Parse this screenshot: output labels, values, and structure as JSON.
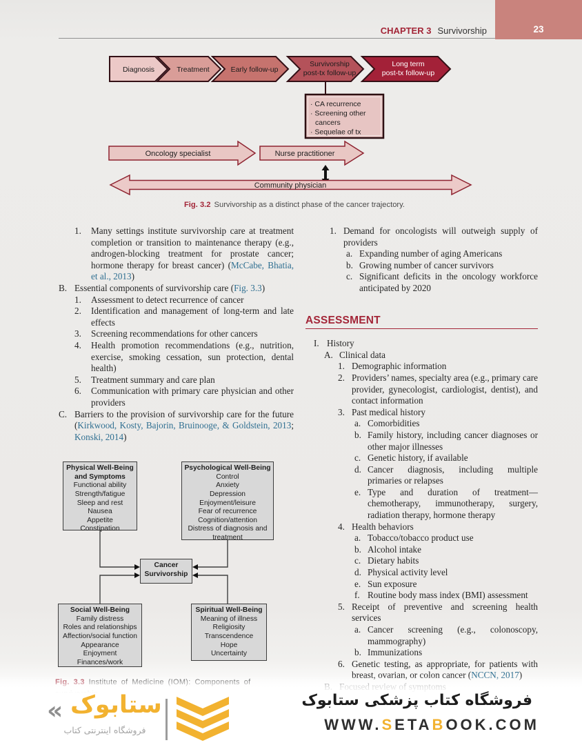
{
  "colors": {
    "accent": "#a32638",
    "link": "#2f6f91",
    "tab": "#c9837d",
    "logo_yellow": "#f2b230"
  },
  "header": {
    "chapter_label": "CHAPTER 3",
    "chapter_title": "Survivorship",
    "page_number": "23"
  },
  "fig32": {
    "chevrons": [
      {
        "l1": "Diagnosis",
        "l2": "",
        "fill": "#ecc9c7",
        "text_color": "#1c1c1c"
      },
      {
        "l1": "Treatment",
        "l2": "",
        "fill": "#d99d98",
        "text_color": "#1c1c1c"
      },
      {
        "l1": "Early follow-up",
        "l2": "",
        "fill": "#c6736e",
        "text_color": "#1c1c1c"
      },
      {
        "l1": "Survivorship",
        "l2": "post-tx follow-up",
        "fill": "#b4525a",
        "text_color": "#1c1c1c"
      },
      {
        "l1": "Long term",
        "l2": "post-tx follow-up",
        "fill": "#a32138",
        "text_color": "#ffffff"
      }
    ],
    "callout": {
      "l0": "· CA recurrence",
      "l1": "· Screening other",
      "l2": "cancers",
      "l3": "· Sequelae of tx"
    },
    "arrows": {
      "oncology": "Oncology specialist",
      "nurse": "Nurse practitioner",
      "community": "Community physician"
    },
    "caption": {
      "label": "Fig. 3.2",
      "text": "Survivorship as a distinct phase of the cancer trajectory."
    }
  },
  "left": {
    "items": [
      {
        "m": "1.",
        "s0": "Many settings institute survivorship care at treatment completion or transition to maintenance therapy (e.g., androgen-blocking treatment for prostate cancer; hormone therapy for breast cancer) (",
        "s1": "McCabe, Bhatia, et al., 2013",
        "s2": ")"
      },
      {
        "m": "B.",
        "s0": "Essential components of survivorship care (",
        "s1": "Fig. 3.3",
        "s2": ")"
      },
      {
        "m": "1.",
        "t": "Assessment to detect recurrence of cancer"
      },
      {
        "m": "2.",
        "t": "Identification and management of long-term and late effects"
      },
      {
        "m": "3.",
        "t": "Screening recommendations for other cancers"
      },
      {
        "m": "4.",
        "t": "Health promotion recommendations (e.g., nutrition, exercise, smoking cessation, sun protection, dental health)"
      },
      {
        "m": "5.",
        "t": "Treatment summary and care plan"
      },
      {
        "m": "6.",
        "t": "Communication with primary care physician and other providers"
      },
      {
        "m": "C.",
        "s0": "Barriers to the provision of survivorship care for the future (",
        "s1": "Kirkwood, Kosty, Bajorin, Bruinooge, & Goldstein, 2013",
        "s2": "; ",
        "s3": "Konski, 2014",
        "s4": ")"
      }
    ]
  },
  "right": {
    "heading": "ASSESSMENT",
    "items": [
      {
        "m": "1.",
        "t": "Demand for oncologists will outweigh supply of providers"
      },
      {
        "m": "a.",
        "t": "Expanding number of aging Americans"
      },
      {
        "m": "b.",
        "t": "Growing number of cancer survivors"
      },
      {
        "m": "c.",
        "t": "Significant deficits in the oncology workforce anticipated by 2020"
      },
      {
        "m": "I.",
        "t": "History"
      },
      {
        "m": "A.",
        "t": "Clinical data"
      },
      {
        "m": "1.",
        "t": "Demographic information"
      },
      {
        "m": "2.",
        "t": "Providers’ names, specialty area (e.g., primary care provider, gynecologist, cardiologist, dentist), and contact information"
      },
      {
        "m": "3.",
        "t": "Past medical history"
      },
      {
        "m": "a.",
        "t": "Comorbidities"
      },
      {
        "m": "b.",
        "t": "Family history, including cancer diagnoses or other major illnesses"
      },
      {
        "m": "c.",
        "t": "Genetic history, if available"
      },
      {
        "m": "d.",
        "t": "Cancer diagnosis, including multiple primaries or relapses"
      },
      {
        "m": "e.",
        "t": "Type and duration of treatment—chemotherapy, immunotherapy, surgery, radiation therapy, hormone therapy"
      },
      {
        "m": "4.",
        "t": "Health behaviors"
      },
      {
        "m": "a.",
        "t": "Tobacco/tobacco product use"
      },
      {
        "m": "b.",
        "t": "Alcohol intake"
      },
      {
        "m": "c.",
        "t": "Dietary habits"
      },
      {
        "m": "d.",
        "t": "Physical activity level"
      },
      {
        "m": "e.",
        "t": "Sun exposure"
      },
      {
        "m": "f.",
        "t": "Routine body mass index (BMI) assessment"
      },
      {
        "m": "5.",
        "t": "Receipt of preventive and screening health services"
      },
      {
        "m": "a.",
        "t": "Cancer screening (e.g., colonoscopy, mammography)"
      },
      {
        "m": "b.",
        "t": "Immunizations"
      },
      {
        "m": "6.",
        "s0": "Genetic testing, as appropriate, for patients with breast, ovarian, or colon cancer (",
        "s1": "NCCN, 2017",
        "s2": ")"
      },
      {
        "m": "B.",
        "t": "Focused review of symptoms"
      }
    ]
  },
  "fig33": {
    "boxes": {
      "physical": {
        "t1": "Physical Well-Being",
        "t2": "and Symptoms",
        "items": [
          "Functional ability",
          "Strength/fatigue",
          "Sleep and rest",
          "Nausea",
          "Appetite",
          "Constipation"
        ]
      },
      "psychological": {
        "t1": "Psychological Well-Being",
        "items": [
          "Control",
          "Anxiety",
          "Depression",
          "Enjoyment/leisure",
          "Fear of recurrence",
          "Cognition/attention",
          "Distress of diagnosis and treatment"
        ]
      },
      "center": {
        "t1": "Cancer",
        "t2": "Survivorship"
      },
      "social": {
        "t1": "Social Well-Being",
        "items": [
          "Family distress",
          "Roles and relationships",
          "Affection/social function",
          "Appearance",
          "Enjoyment",
          "Finances/work"
        ]
      },
      "spiritual": {
        "t1": "Spiritual Well-Being",
        "items": [
          "Meaning of illness",
          "Religiosity",
          "Transcendence",
          "Hope",
          "Uncertainty"
        ]
      }
    },
    "caption": {
      "label": "Fig. 3.3",
      "text": " Institute of Medicine (IOM): Components of survivorship"
    }
  },
  "footer": {
    "guillemet": "«",
    "brand_fa": "ستابوک",
    "tagline_fa": "فروشگاه اینترنتی کتاب",
    "store_title_fa": "فروشگاه کتاب پزشکی ستابوک",
    "url": {
      "p0": "WWW.",
      "p1": "S",
      "p2": "ETA",
      "p3": "B",
      "p4": "OOK.COM"
    }
  }
}
